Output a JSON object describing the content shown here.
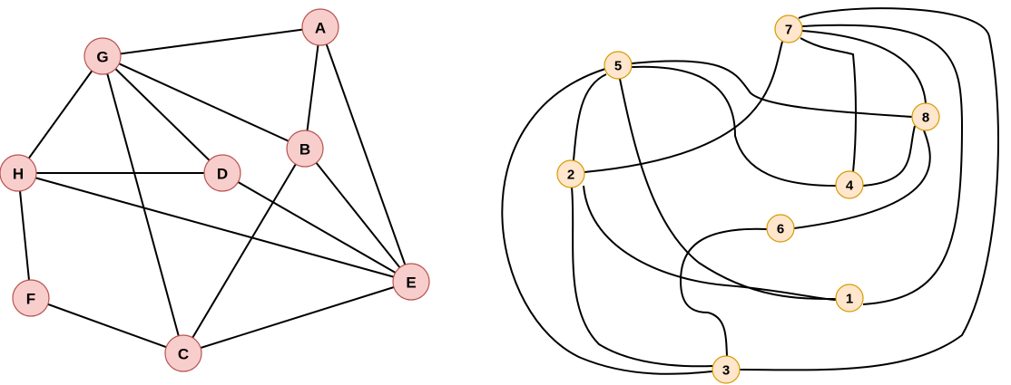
{
  "colors": {
    "left_fill": "#f8cecc",
    "left_stroke": "#b85450",
    "right_fill": "#ffe6cc",
    "right_stroke": "#d79b00",
    "edge": "#000000"
  },
  "left_graph": {
    "nodes": [
      {
        "id": "A",
        "label": "A"
      },
      {
        "id": "G",
        "label": "G"
      },
      {
        "id": "B",
        "label": "B"
      },
      {
        "id": "H",
        "label": "H"
      },
      {
        "id": "D",
        "label": "D"
      },
      {
        "id": "E",
        "label": "E"
      },
      {
        "id": "F",
        "label": "F"
      },
      {
        "id": "C",
        "label": "C"
      }
    ],
    "edges": [
      [
        "G",
        "A"
      ],
      [
        "A",
        "B"
      ],
      [
        "A",
        "E"
      ],
      [
        "G",
        "B"
      ],
      [
        "G",
        "D"
      ],
      [
        "G",
        "H"
      ],
      [
        "G",
        "C"
      ],
      [
        "H",
        "D"
      ],
      [
        "H",
        "E"
      ],
      [
        "H",
        "F"
      ],
      [
        "D",
        "E"
      ],
      [
        "B",
        "E"
      ],
      [
        "B",
        "C"
      ],
      [
        "F",
        "C"
      ],
      [
        "C",
        "E"
      ]
    ]
  },
  "right_graph": {
    "nodes": [
      {
        "id": "7",
        "label": "7"
      },
      {
        "id": "5",
        "label": "5"
      },
      {
        "id": "8",
        "label": "8"
      },
      {
        "id": "2",
        "label": "2"
      },
      {
        "id": "4",
        "label": "4"
      },
      {
        "id": "6",
        "label": "6"
      },
      {
        "id": "1",
        "label": "1"
      },
      {
        "id": "3",
        "label": "3"
      }
    ],
    "edges": [
      [
        "7",
        "2"
      ],
      [
        "7",
        "4"
      ],
      [
        "7",
        "8"
      ],
      [
        "7",
        "1"
      ],
      [
        "7",
        "3"
      ],
      [
        "5",
        "8"
      ],
      [
        "5",
        "4"
      ],
      [
        "5",
        "1"
      ],
      [
        "5",
        "3"
      ],
      [
        "5",
        "2"
      ],
      [
        "2",
        "1"
      ],
      [
        "2",
        "3"
      ],
      [
        "8",
        "4"
      ],
      [
        "8",
        "6"
      ],
      [
        "6",
        "3"
      ]
    ]
  }
}
